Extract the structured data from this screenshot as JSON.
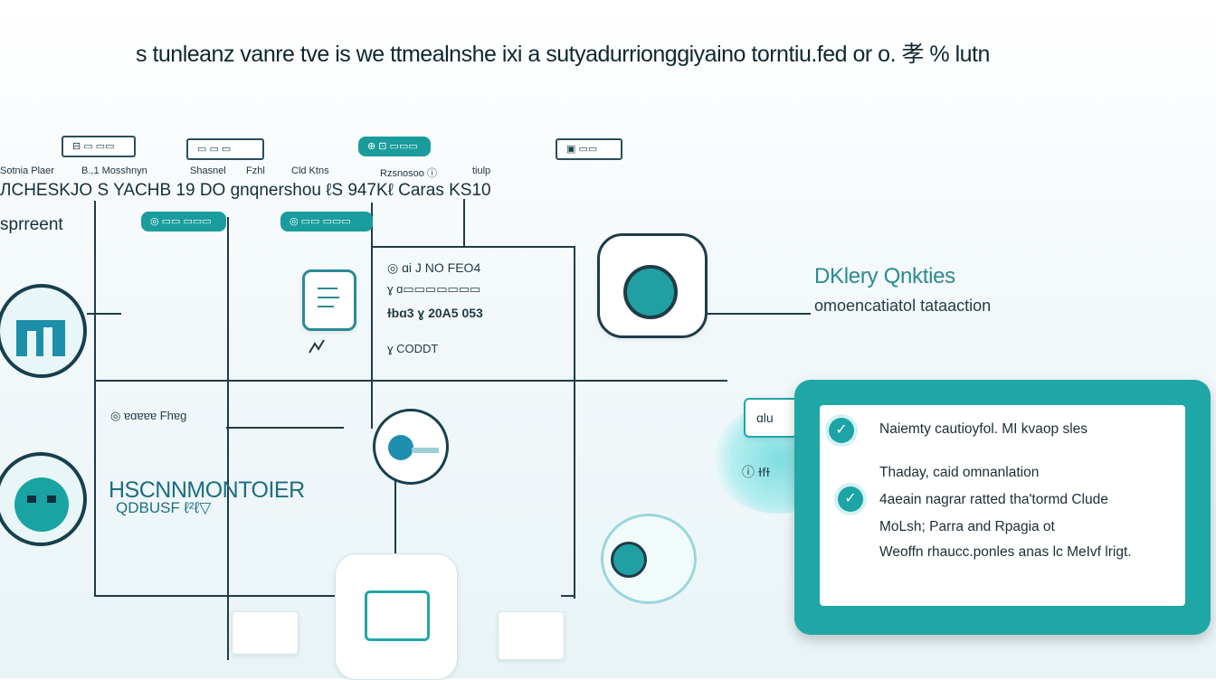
{
  "header": {
    "title": "s tunleanz vanre tve is we ttmealnshe ixi a sutyadurrionggiyaino torntiu.fed or o. 孝 % lutn"
  },
  "top_tags": [
    "⊟ ▭ ▭▭",
    "▭ ▭ ▭",
    "⊕ ⊡ ▭▭▭",
    "▣ ▭▭"
  ],
  "top_labels": [
    "Sotnia Plaer",
    "B.,1 Mosshnyn",
    "Shasnel",
    "Fzhl",
    "Cld Ktns",
    "Rzsnosoo ⓘ",
    "tiulp"
  ],
  "top_row": "ЛCHESKJO S YACHB 19  DO gnqnershou   ℓS 947Kℓ  Caras KS10",
  "left_label": "sprreent",
  "mid_tags": [
    "◎ ▭▭ ▭▭▭",
    "◎ ▭▭ ▭▭▭"
  ],
  "center_box": {
    "l1": "◎ ɑi J NO FEO4",
    "l2": "ɣ ɑ▭▭▭▭▭▭▭",
    "l3": "ɫbɑ3 ɣ 20A5 053",
    "l4": "ɣ CODDT"
  },
  "row_mid": "◎ ɐɑɐɐɐ Fhɐg",
  "asset_label": "HSCNNMONTOIER",
  "asset_sub": "QDBUSF ℓ²ℓ▽",
  "right_heading": "DKlery Qnkties",
  "right_sub": "omoencatiatol tataaction",
  "panel": {
    "item1": "Naiemty cautioyfol. MI kvaop sles",
    "item2_l1": "Thaday, caid omnanlation",
    "item2_l2": "4aeain nagrar ratted tha'tormd Clude",
    "item2_l3": "MoLsh; Parra and Rpagia ot",
    "item2_l4": "Weoffn rhaucc.ponles anas lc MeIvf lrigt."
  },
  "small_labels": {
    "node_a": "ɑlu",
    "node_b": "ⓘ ɫfɫ"
  },
  "colors": {
    "teal": "#1fa7a5",
    "line": "#1f3c48"
  }
}
